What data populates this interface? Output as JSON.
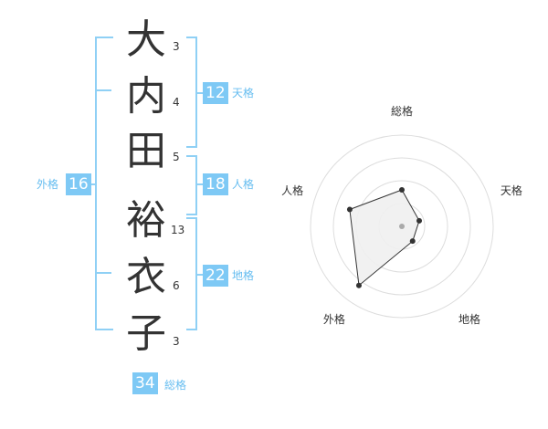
{
  "name": {
    "characters": [
      {
        "char": "大",
        "strokes": "3"
      },
      {
        "char": "内",
        "strokes": "4"
      },
      {
        "char": "田",
        "strokes": "5"
      },
      {
        "char": "裕",
        "strokes": "13"
      },
      {
        "char": "衣",
        "strokes": "6"
      },
      {
        "char": "子",
        "strokes": "3"
      }
    ]
  },
  "fortune": {
    "tenkaku": {
      "value": "12",
      "label": "天格"
    },
    "jinkaku": {
      "value": "18",
      "label": "人格"
    },
    "chikaku": {
      "value": "22",
      "label": "地格"
    },
    "gaikaku": {
      "value": "16",
      "label": "外格"
    },
    "soukaku": {
      "value": "34",
      "label": "総格"
    }
  },
  "chart_data": {
    "type": "radar",
    "axes": [
      "総格",
      "天格",
      "地格",
      "外格",
      "人格"
    ],
    "values": [
      2,
      1,
      1,
      4,
      3
    ],
    "range": [
      0,
      5
    ],
    "rings": 4,
    "colors": {
      "fill": "#f0f0f0",
      "line": "#333333",
      "ring": "#dddddd",
      "point": "#333333",
      "center": "#aaaaaa"
    }
  },
  "colors": {
    "accent": "#7ec9f5",
    "bracket": "#8fd0f5",
    "text": "#333333"
  }
}
